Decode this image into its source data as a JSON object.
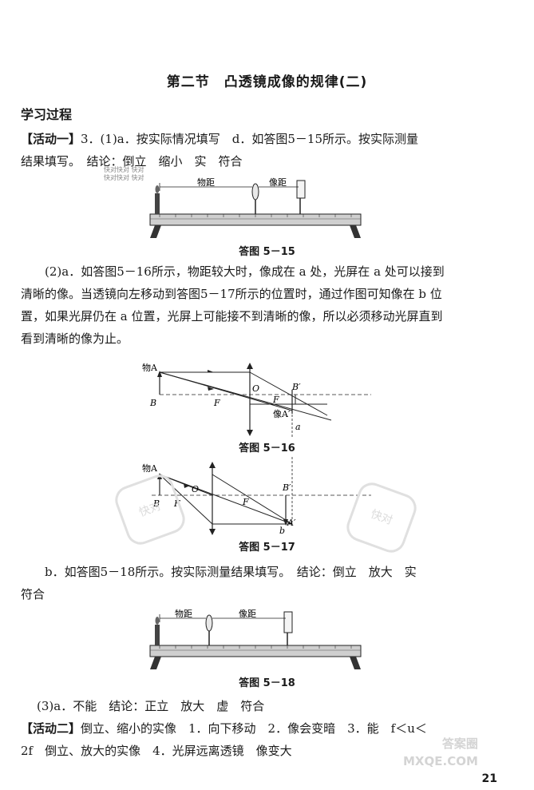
{
  "title": "第二节　凸透镜成像的规律(二)",
  "section": "学习过程",
  "p1": {
    "label": "【活动一】",
    "text1": "3．(1)a．按实际情况填写　d．如答图5－15所示。按实际测量",
    "text2": "结果填写。　结论：倒立　缩小　实　符合"
  },
  "fig15": {
    "obj_dist": "物距",
    "img_dist": "像距",
    "caption": "答图 5－15"
  },
  "p2": {
    "l1": "(2)a．如答图5－16所示，物距较大时，像成在 a 处，光屏在 a 处可以接到",
    "l2": "清晰的像。当透镜向左移动到答图5－17所示的位置时，通过作图可知像在 b 位",
    "l3": "置，如果光屏仍在 a 位置，光屏上可能接不到清晰的像，所以必须移动光屏直到",
    "l4": "看到清晰的像为止。"
  },
  "fig16": {
    "obj": "物A",
    "B": "B",
    "F": "F",
    "O": "O",
    "F2": "F",
    "Bp": "B′",
    "img": "像A′",
    "a": "a",
    "caption": "答图 5－16"
  },
  "fig17": {
    "obj": "物A",
    "B": "B",
    "F": "F",
    "O": "O",
    "F2": "F",
    "Bp": "B′",
    "Ap": "A′",
    "b": "b",
    "caption": "答图 5－17"
  },
  "p3": {
    "l1": "b．如答图5－18所示。按实际测量结果填写。　结论：倒立　放大　实",
    "l2": "符合"
  },
  "fig18": {
    "obj_dist": "物距",
    "img_dist": "像距",
    "caption": "答图 5－18"
  },
  "p4": {
    "text": "(3)a．不能　结论：正立　放大　虚　符合"
  },
  "p5": {
    "label": "【活动二】",
    "l1": "倒立、缩小的实像　1．向下移动　2．像会变暗　3．能　f＜u＜",
    "l2": "2f　倒立、放大的实像　4．光屏远离透镜　像变大"
  },
  "watermark1": "快对",
  "watermark2": "快对",
  "stamp": "快对快对 快对\n快对快对 快对",
  "corner_mark": "答案圈\nMXQE.COM",
  "page": "21"
}
